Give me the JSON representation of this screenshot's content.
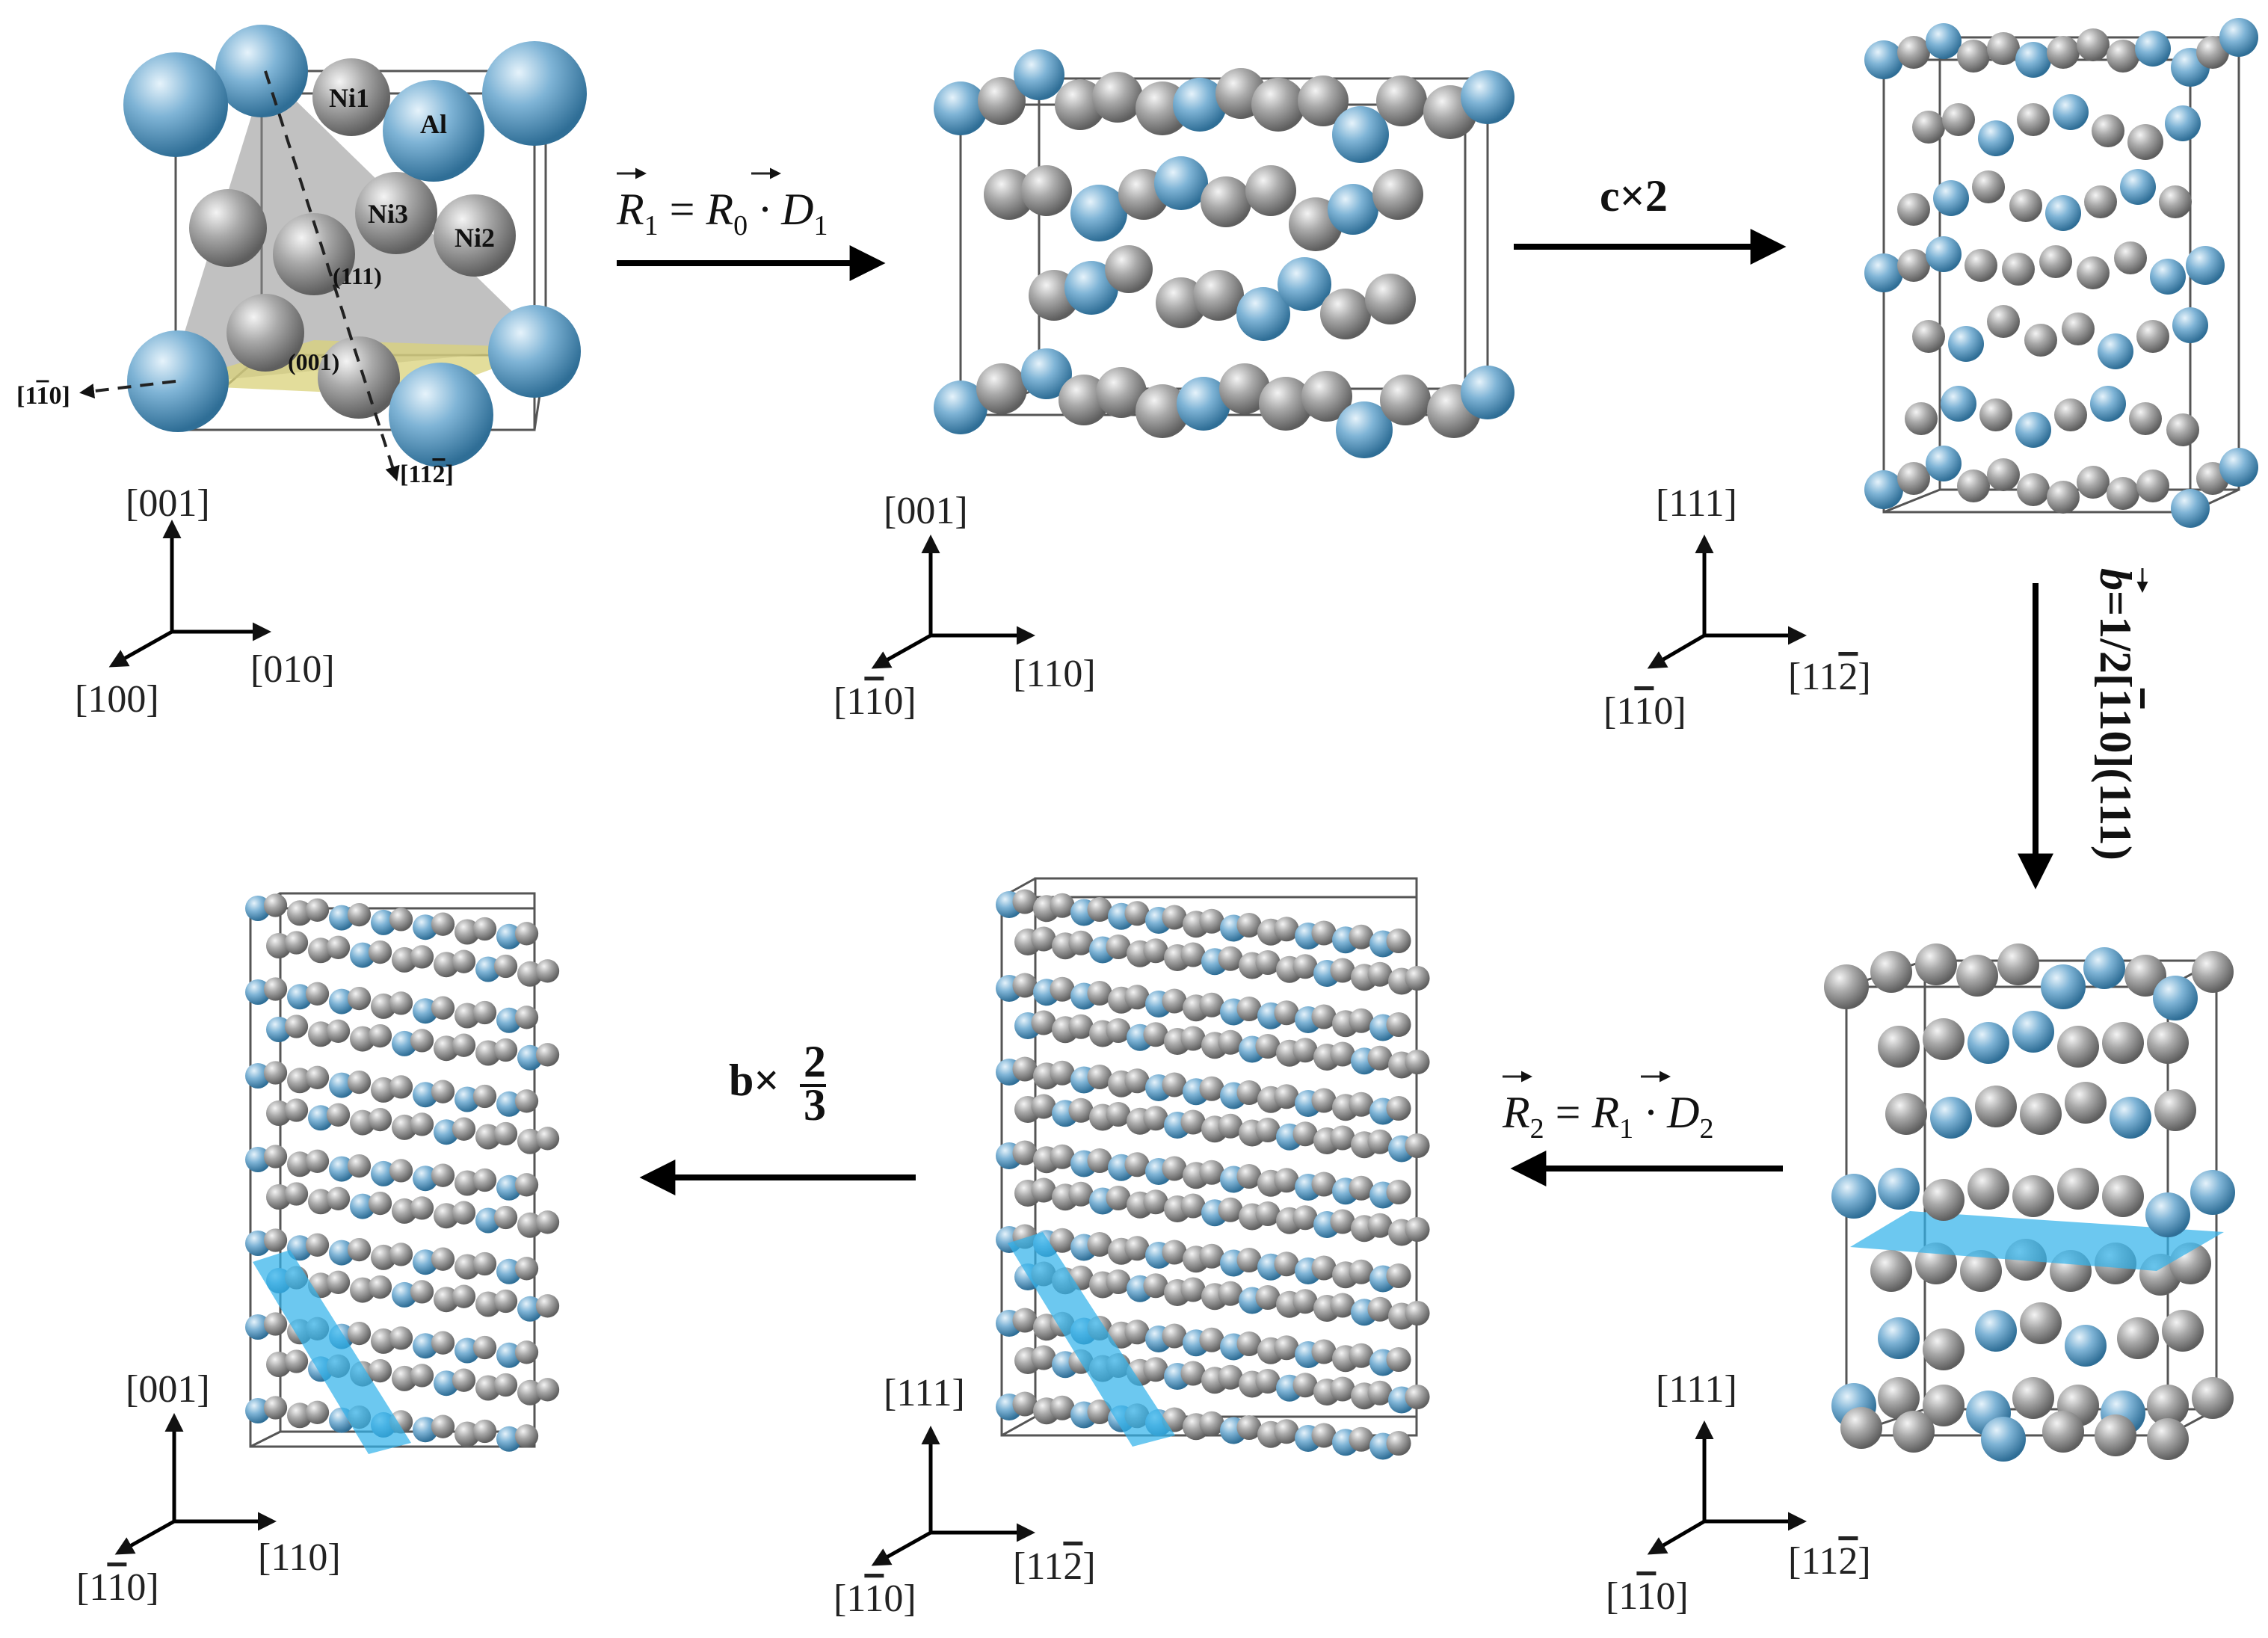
{
  "colors": {
    "al_atom": "#6aa3c8",
    "ni_atom": "#9a9a9a",
    "slip_plane": "#33b3ea",
    "plane_001": "#d9d27a",
    "plane_111": "#8e8e8e"
  },
  "unit_cell": {
    "atoms": {
      "ni1": "Ni1",
      "al": "Al",
      "ni3": "Ni3",
      "ni2": "Ni2"
    },
    "planes": {
      "p111": "(111)",
      "p001": "(001)"
    },
    "directions": {
      "d1": "[1",
      "d1_bar": "1",
      "d1_end": "0]",
      "d2": "[11",
      "d2_bar": "2",
      "d2_end": "]"
    }
  },
  "transforms": {
    "t1": {
      "r": "R",
      "sub1": "1",
      "eq": " = ",
      "r0": "R",
      "sub0": "0",
      "dot": " · D",
      "dsub": "1"
    },
    "t2": "c×2",
    "t3": {
      "b": "b",
      "rest": "=1/2[",
      "bar": "1",
      "rest2": "10](111)"
    },
    "t4": {
      "r": "R",
      "sub1": "2",
      "eq": " = ",
      "r1": "R",
      "subr1": "1",
      "dot": " · D",
      "dsub": "2"
    },
    "t5": {
      "b": "b×",
      "num": "2",
      "den": "3"
    }
  },
  "axes": [
    {
      "up": "[001]",
      "left": "[100]",
      "right": "[010]"
    },
    {
      "up": "[001]",
      "left_pre": "[1",
      "left_bar": "1",
      "left_post": "0]",
      "right": "[110]"
    },
    {
      "up": "[111]",
      "left_pre": "[1",
      "left_bar": "1",
      "left_post": "0]",
      "right_pre": "[11",
      "right_bar": "2",
      "right_post": "]"
    },
    {
      "up": "[111]",
      "left_pre": "[1",
      "left_bar": "1",
      "left_post": "0]",
      "right_pre": "[11",
      "right_bar": "2",
      "right_post": "]"
    },
    {
      "up": "[111]",
      "left_pre": "[1",
      "left_bar": "1",
      "left_post": "0]",
      "right_pre": "[11",
      "right_bar": "2",
      "right_post": "]"
    },
    {
      "up": "[001]",
      "left_pre": "[1",
      "left_bar": "1",
      "left_post": "0]",
      "right": "[110]"
    }
  ]
}
